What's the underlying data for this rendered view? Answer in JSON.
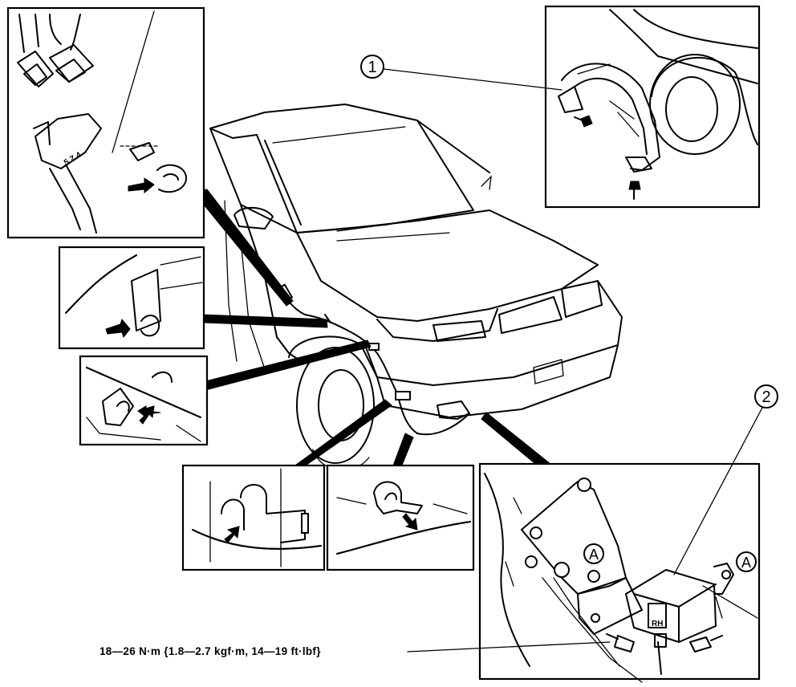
{
  "callouts": [
    {
      "id": "callout-1",
      "label": "1"
    },
    {
      "id": "callout-2",
      "label": "2"
    }
  ],
  "reference_marks": [
    {
      "id": "mark-a-left",
      "label": "A"
    },
    {
      "id": "mark-a-right",
      "label": "A"
    }
  ],
  "torque_spec": "18—26 N·m {1.8—2.7 kgf·m, 14—19 ft·lbf}",
  "sensor_marking": "RH"
}
